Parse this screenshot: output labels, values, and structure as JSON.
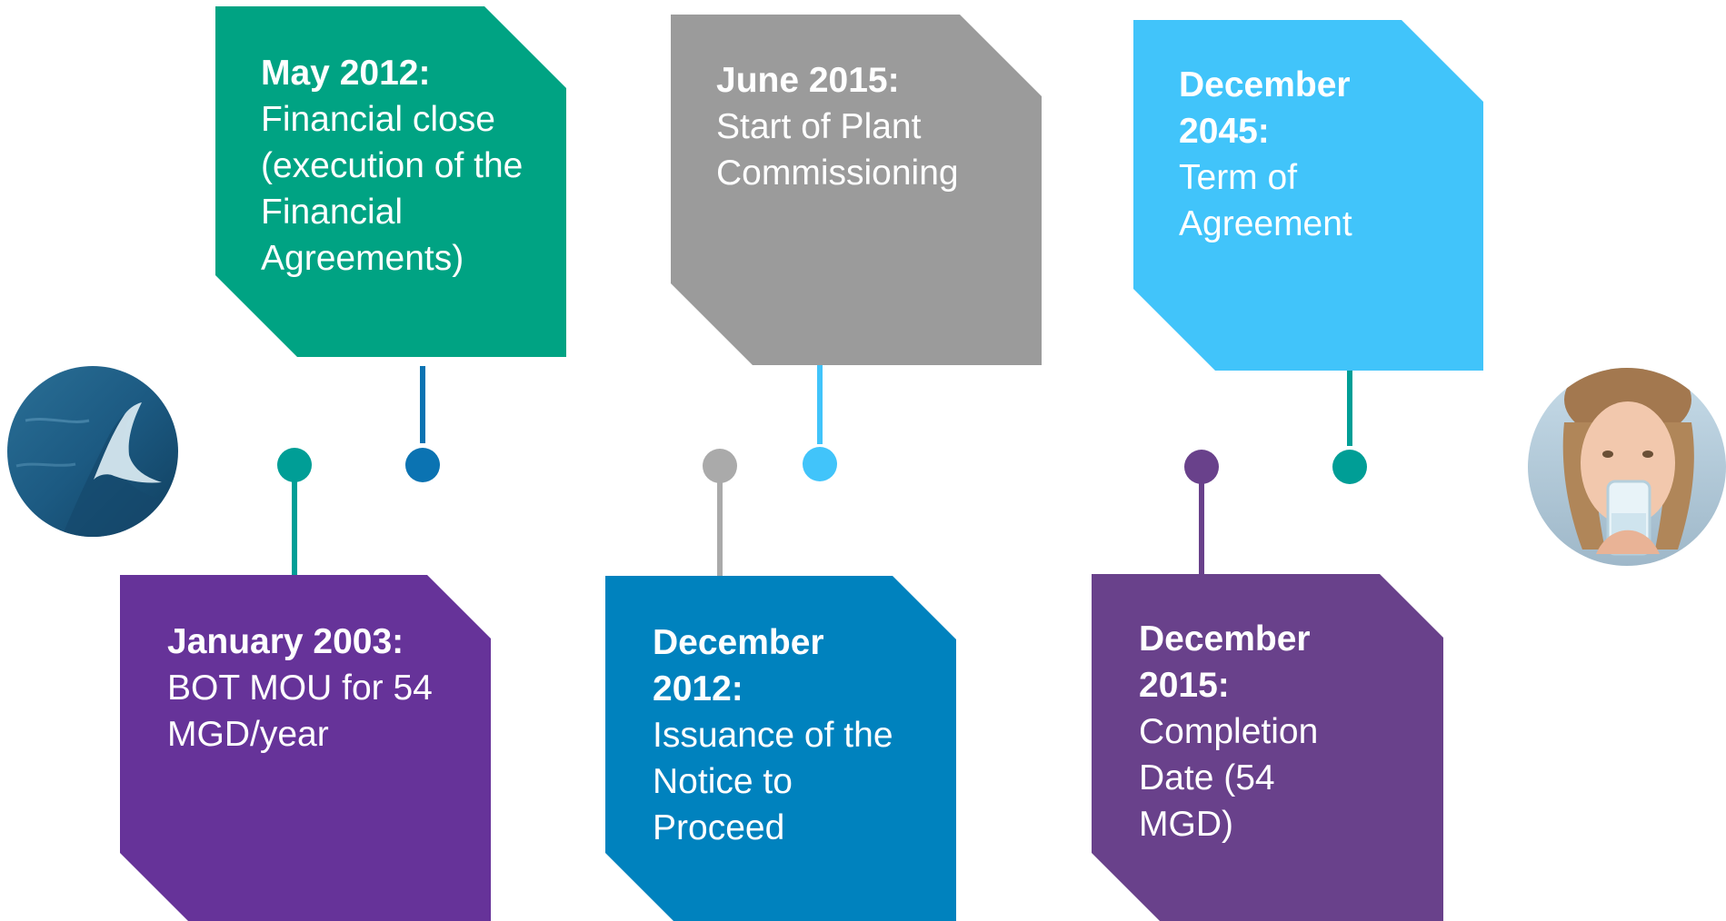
{
  "colors": {
    "green": "#00A383",
    "gray": "#9B9B9B",
    "sky": "#41C4FA",
    "purple": "#663399",
    "blue": "#0082BE",
    "violet": "#69418B",
    "teal": "#009E96",
    "dark_blue": "#0B73B2",
    "light_gray": "#AAAAAA"
  },
  "milestones_top": [
    {
      "date": "May 2012:",
      "description": "Financial close (execution of the Financial Agreements)"
    },
    {
      "date": "June 2015:",
      "description": "Start of Plant Commissioning"
    },
    {
      "date": "December 2045:",
      "description": "Term of Agreement"
    }
  ],
  "milestones_bottom": [
    {
      "date": "January 2003:",
      "description": "BOT MOU for 54 MGD/year"
    },
    {
      "date": "December 2012:",
      "description": "Issuance of the Notice to Proceed"
    },
    {
      "date": "December 2015:",
      "description": "Completion Date (54 MGD)"
    }
  ],
  "images": {
    "left": "sea-water-photo",
    "right": "child-drinking-water-photo"
  }
}
